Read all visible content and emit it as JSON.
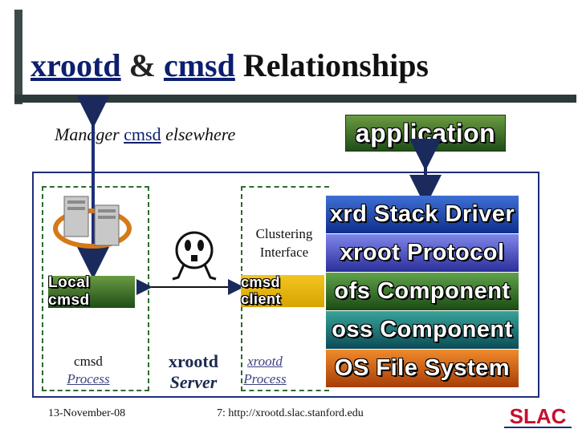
{
  "slide": {
    "title_part1": "xrootd",
    "title_amp": "&",
    "title_part2": "cmsd",
    "title_part3": "Relationships",
    "manager_pre": "Manager",
    "manager_hl": "cmsd",
    "manager_post": "elsewhere",
    "date": "13-November-08",
    "footer": "7: http://xrootd.slac.stanford.edu",
    "logo_text": "SLAC"
  },
  "blocks": {
    "application": "application",
    "stack": [
      "xrd Stack Driver",
      "xroot Protocol",
      "ofs Component",
      "oss Component",
      "OS File System"
    ],
    "local_cmsd": "Local cmsd",
    "cmsd_client": "cmsd client"
  },
  "labels": {
    "clustering_line1": "Clustering",
    "clustering_line2": "Interface",
    "cmsd_name": "cmsd",
    "cmsd_process": "Process",
    "server_name": "xrootd",
    "server_role": "Server",
    "xrootd_name": "xrootd",
    "xrootd_process": "Process"
  },
  "colors": {
    "accent_blue": "#0d1f6e",
    "frame_blue": "#1e2e7a",
    "dash_green": "#2f6b2f",
    "slac_red": "#c8102e"
  }
}
